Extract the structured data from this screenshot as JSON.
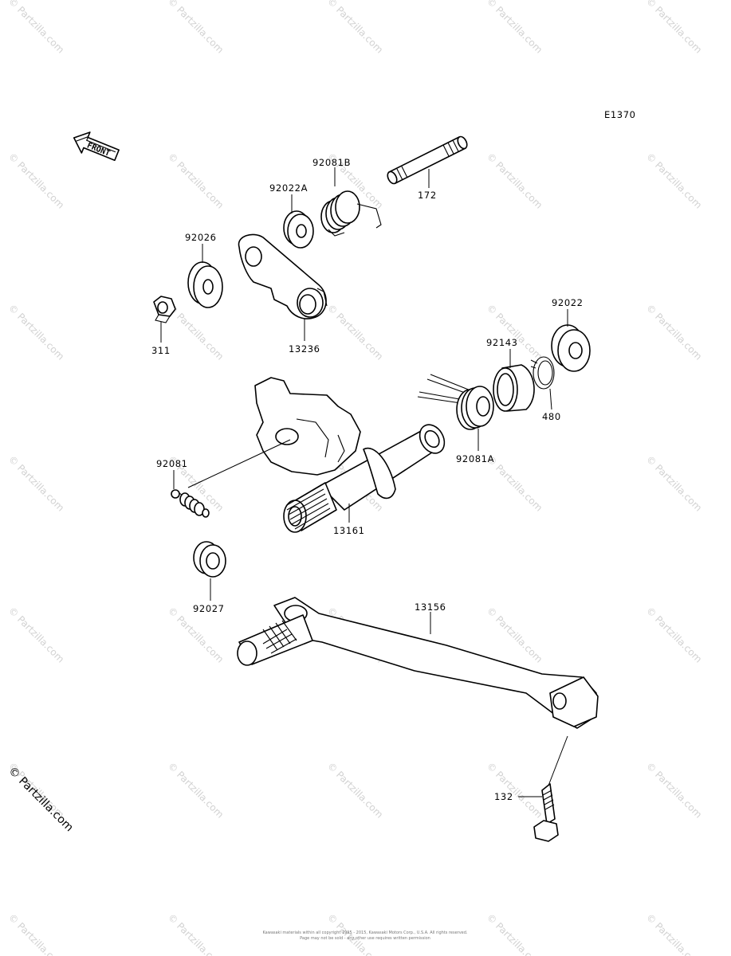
{
  "diagram_code": "E1370",
  "front_label": "FRONT",
  "watermark_text": "© Partzilla.com",
  "brand_watermark": "© Partzilla.com",
  "copyright_line1": "Kawasaki materials within all copyright 1995 - 2015, Kawasaki Motors Corp., U.S.A. All rights reserved.",
  "copyright_line2": "Page may not be sold - any other use requires written permission",
  "callouts": {
    "p172": "172",
    "p92081B": "92081B",
    "p92022A": "92022A",
    "p92026": "92026",
    "p311": "311",
    "p13236": "13236",
    "p92022": "92022",
    "p92143": "92143",
    "p480": "480",
    "p92081A": "92081A",
    "p92081": "92081",
    "p13161": "13161",
    "p92027": "92027",
    "p13156": "13156",
    "p132": "132"
  }
}
